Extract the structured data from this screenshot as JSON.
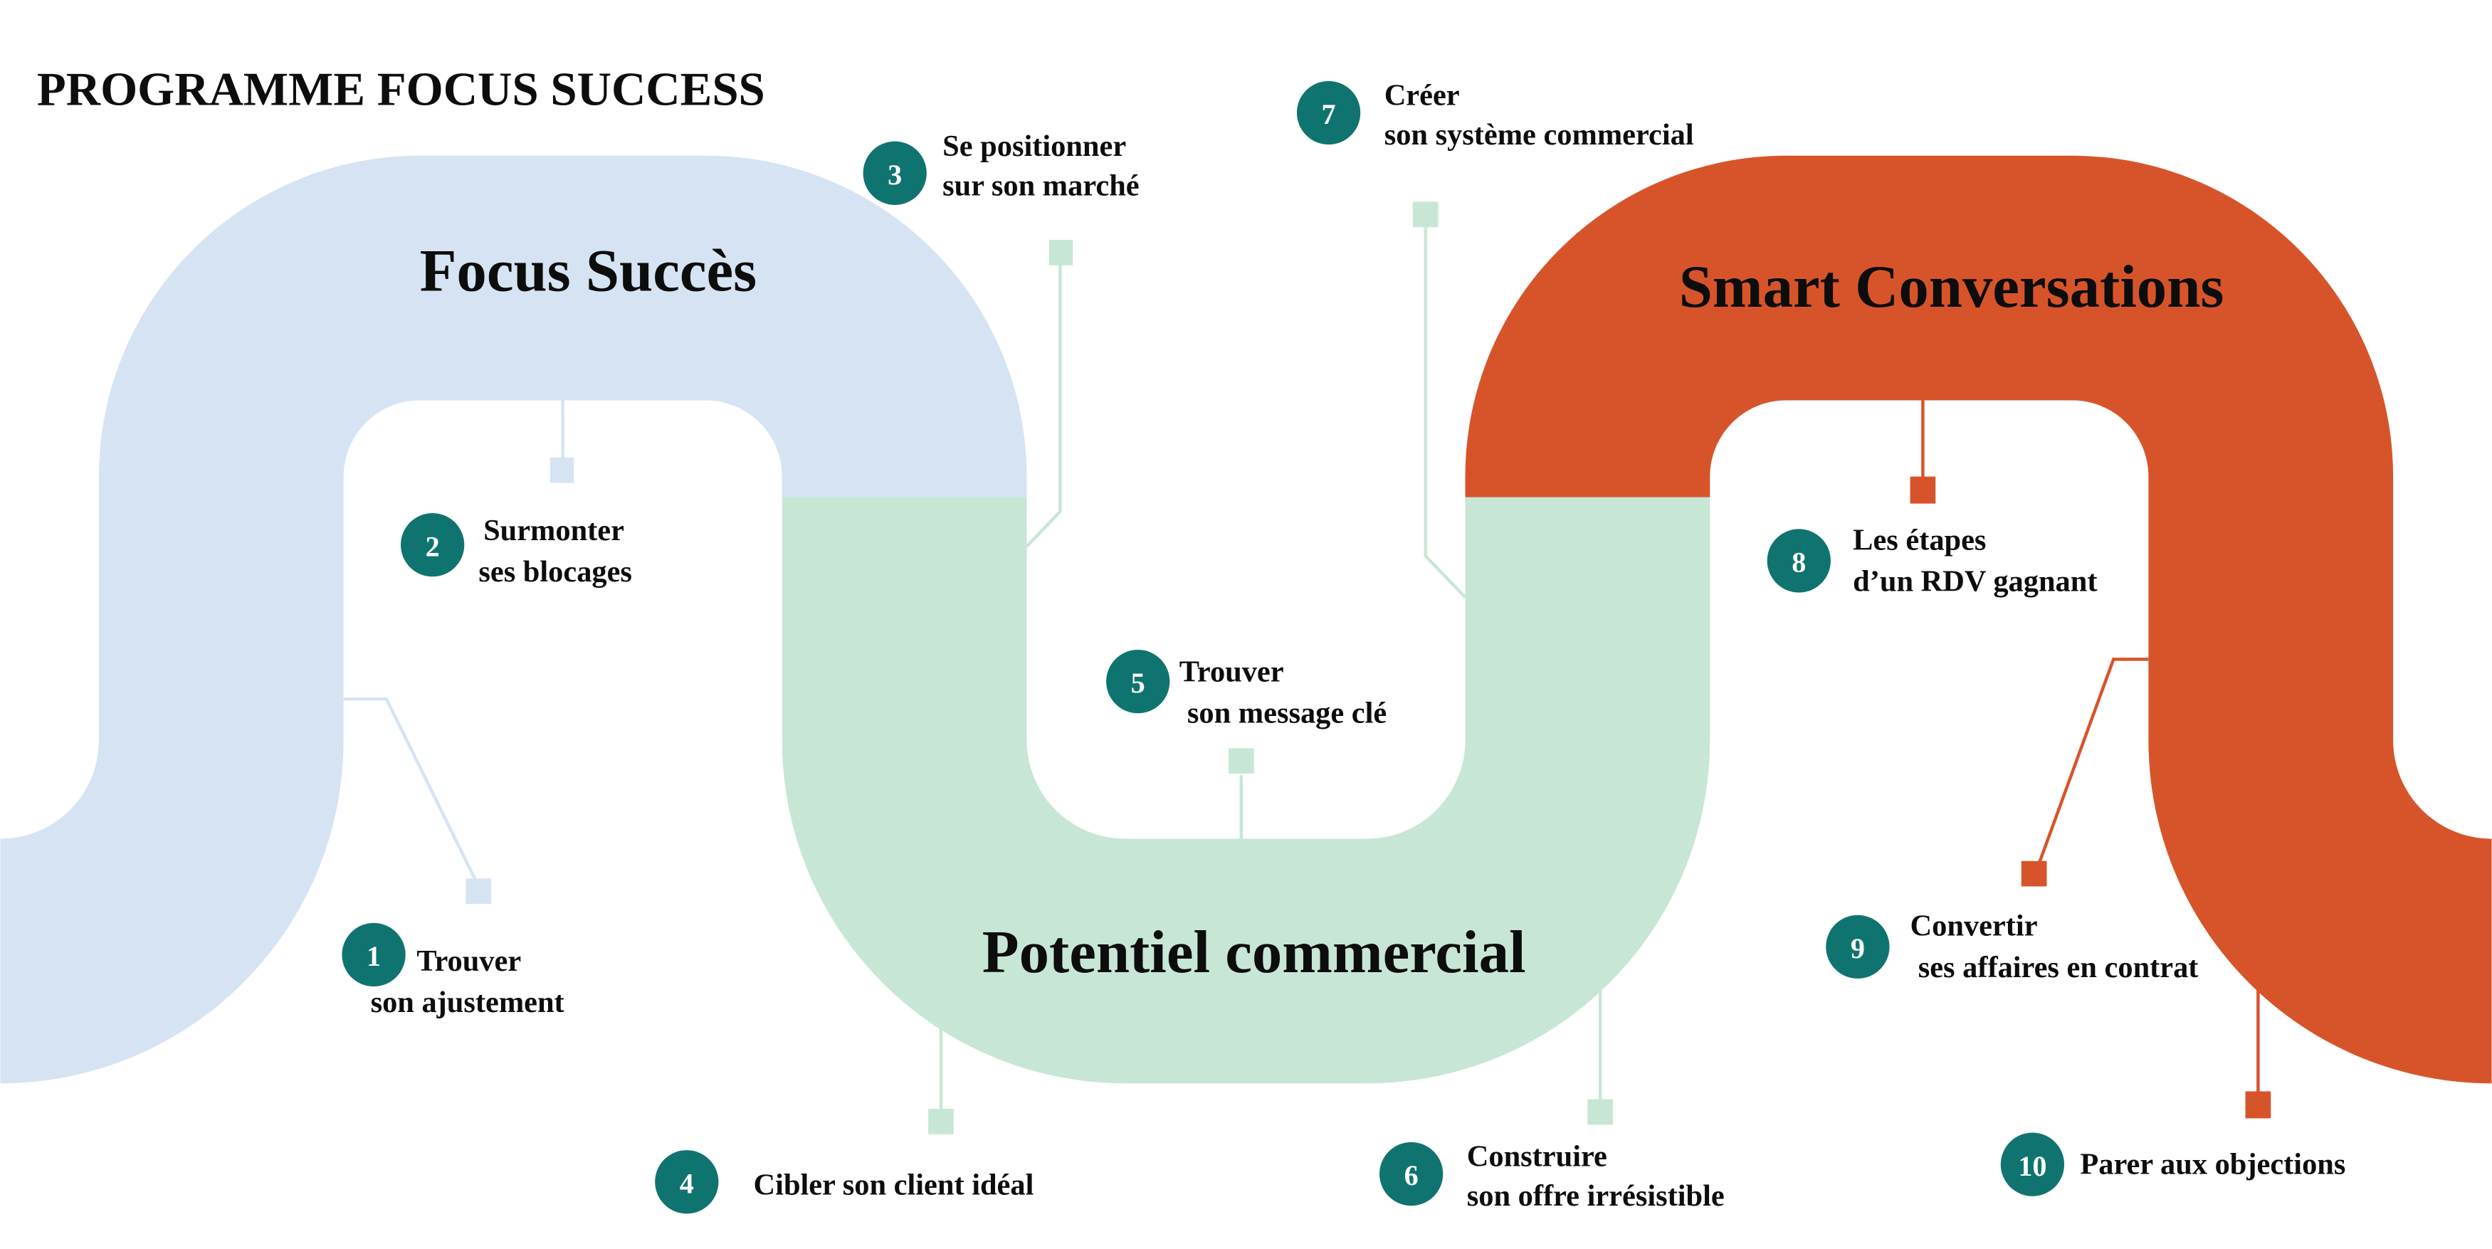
{
  "page_title": "PROGRAMME FOCUS SUCCESS",
  "colors": {
    "phase1": "#d6e3f3",
    "phase2": "#c8e6d5",
    "phase3": "#d7542a",
    "step_badge": "#0f7470",
    "text": "#0d0d0d"
  },
  "sections": [
    {
      "name": "Focus Succès"
    },
    {
      "name": "Potentiel commercial"
    },
    {
      "name": "Smart Conversations"
    }
  ],
  "steps": [
    {
      "number": "1",
      "line1": "Trouver",
      "line2": "son ajustement",
      "phase": 1
    },
    {
      "number": "2",
      "line1": "Surmonter",
      "line2": "ses blocages",
      "phase": 1
    },
    {
      "number": "3",
      "line1": "Se positionner",
      "line2": "sur son marché",
      "phase": 2
    },
    {
      "number": "4",
      "line1": "Cibler son client idéal",
      "line2": "",
      "phase": 2
    },
    {
      "number": "5",
      "line1": "Trouver",
      "line2": "son message clé",
      "phase": 2
    },
    {
      "number": "6",
      "line1": "Construire",
      "line2": "son offre irrésistible",
      "phase": 2
    },
    {
      "number": "7",
      "line1": "Créer",
      "line2": "son système commercial",
      "phase": 2
    },
    {
      "number": "8",
      "line1": "Les étapes",
      "line2": "d’un RDV gagnant",
      "phase": 3
    },
    {
      "number": "9",
      "line1": "Convertir",
      "line2": "ses affaires en contrat",
      "phase": 3
    },
    {
      "number": "10",
      "line1": "Parer aux objections",
      "line2": "",
      "phase": 3
    }
  ]
}
